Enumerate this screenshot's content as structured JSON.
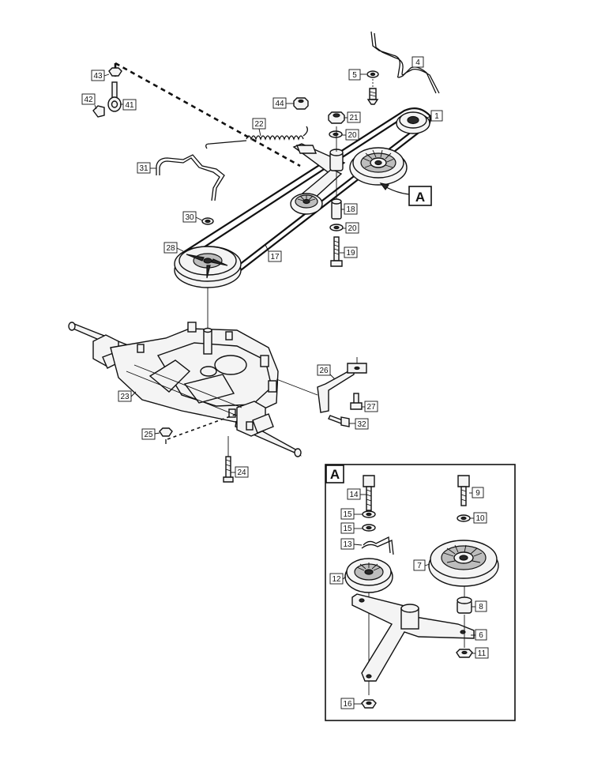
{
  "inset_label": "A",
  "callout_label": "A",
  "labels": {
    "l1": "1",
    "l4": "4",
    "l5": "5",
    "l17": "17",
    "l18": "18",
    "l19": "19",
    "l20a": "20",
    "l20b": "20",
    "l21": "21",
    "l22": "22",
    "l23": "23",
    "l24": "24",
    "l25": "25",
    "l26": "26",
    "l27": "27",
    "l28": "28",
    "l30": "30",
    "l31": "31",
    "l32": "32",
    "l41": "41",
    "l42": "42",
    "l43": "43",
    "l44": "44",
    "a6": "6",
    "a7": "7",
    "a8": "8",
    "a9": "9",
    "a10": "10",
    "a11": "11",
    "a12": "12",
    "a13": "13",
    "a14": "14",
    "a15a": "15",
    "a15b": "15",
    "a16": "16"
  }
}
